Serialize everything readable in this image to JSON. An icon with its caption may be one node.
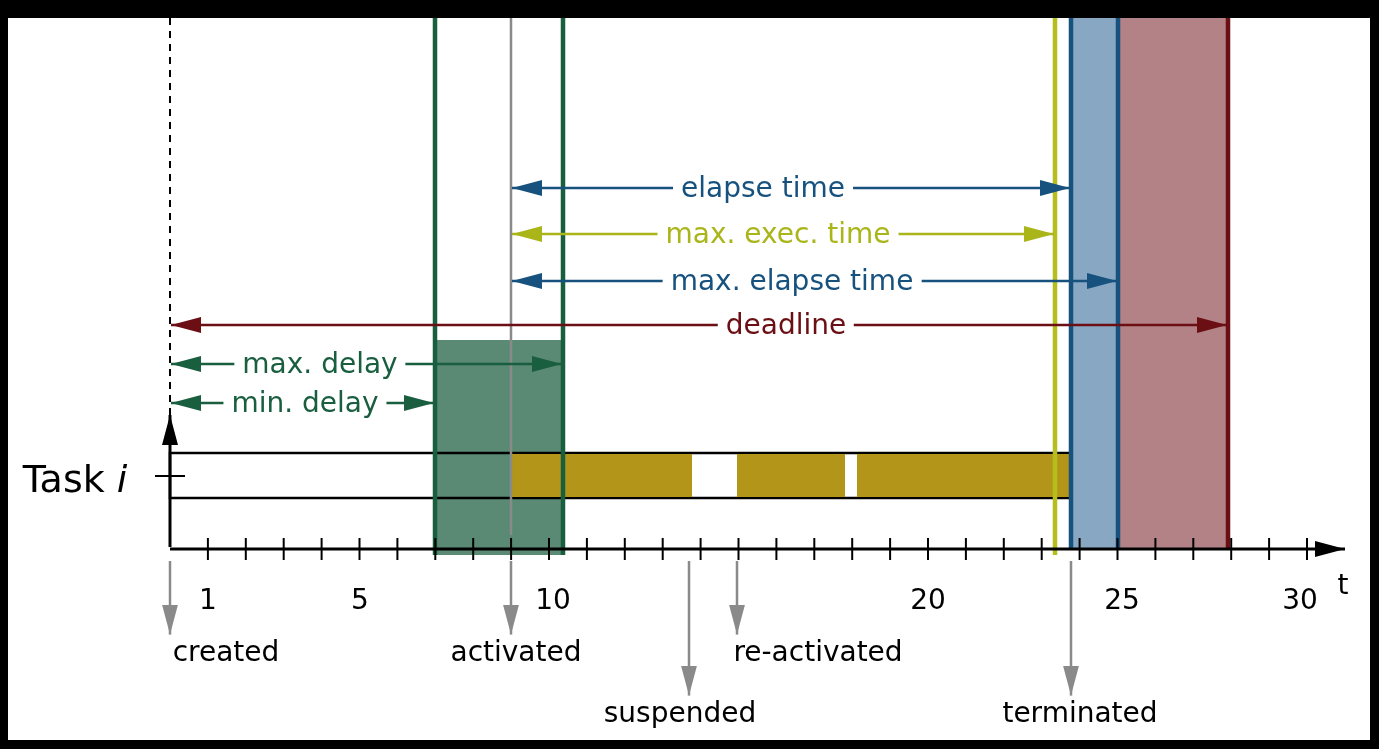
{
  "diagram": {
    "nodes": [
      {
        "text": [
          "created"
        ]
      },
      {
        "text": [
          "activated"
        ]
      },
      {
        "text": [
          "suspended"
        ]
      },
      {
        "text": [
          "re-activated"
        ]
      },
      {
        "text": [
          "terminated"
        ]
      },
      {
        "text": [],
        "shape": "axis"
      }
    ],
    "edges": [
      {
        "from": 5,
        "to": 0,
        "arrow": "to"
      },
      {
        "from": 5,
        "to": 1,
        "arrow": "to"
      },
      {
        "from": 5,
        "to": 2,
        "arrow": "to"
      },
      {
        "from": 5,
        "to": 3,
        "arrow": "to"
      },
      {
        "from": 5,
        "to": 4,
        "arrow": "to"
      }
    ],
    "labels": [
      "elapse time",
      "max. exec. time",
      "max. elapse time",
      "deadline",
      "max. delay",
      "min. delay",
      "Task *i*",
      "1",
      "5",
      "10",
      "20",
      "25",
      "30",
      "t"
    ]
  }
}
